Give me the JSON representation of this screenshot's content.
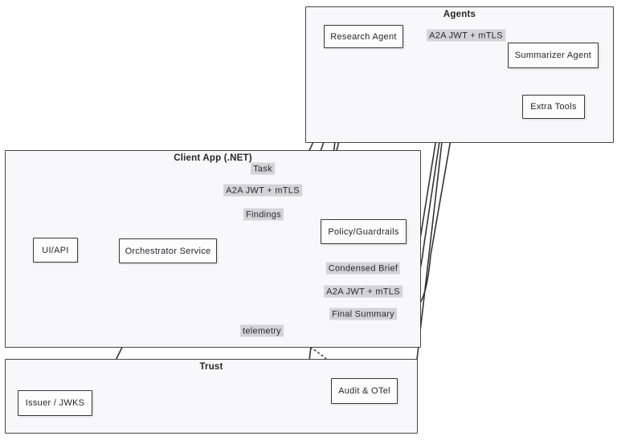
{
  "diagram": {
    "containers": {
      "agents": {
        "title": "Agents"
      },
      "client": {
        "title": "Client App (.NET)"
      },
      "trust": {
        "title": "Trust"
      }
    },
    "nodes": {
      "research": {
        "label": "Research Agent"
      },
      "summarizer": {
        "label": "Summarizer Agent"
      },
      "extra_tools": {
        "label": "Extra Tools"
      },
      "ui_api": {
        "label": "UI/API"
      },
      "orchestrator": {
        "label": "Orchestrator Service"
      },
      "policy": {
        "label": "Policy/Guardrails"
      },
      "issuer": {
        "label": "Issuer / JWKS"
      },
      "audit": {
        "label": "Audit & OTel"
      }
    },
    "edge_labels": {
      "a2a_agents": "A2A JWT + mTLS",
      "task": "Task",
      "a2a_research": "A2A JWT + mTLS",
      "findings": "Findings",
      "condensed_brief": "Condensed Brief",
      "a2a_summarizer": "A2A JWT + mTLS",
      "final_summary": "Final Summary",
      "telemetry": "telemetry"
    },
    "colors": {
      "edge": "#333333",
      "node_border": "#38383d",
      "node_fill": "#fdfdfe",
      "container_fill": "#f8f8fa",
      "edge_label_bg": "#d4d4d6",
      "text": "#26262b"
    }
  }
}
